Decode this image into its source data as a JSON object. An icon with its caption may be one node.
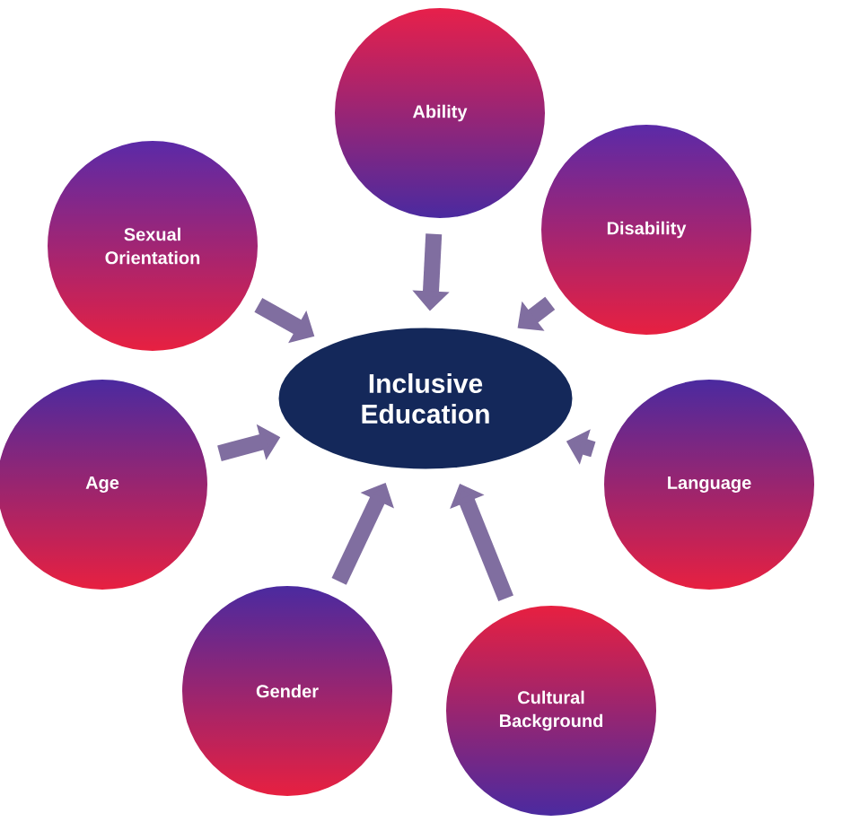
{
  "diagram": {
    "nodes": [
      {
        "text": [
          "Inclusive Education"
        ]
      },
      {
        "text": [
          "Ability"
        ]
      },
      {
        "text": [
          "Disability"
        ]
      },
      {
        "text": [
          "Language"
        ]
      },
      {
        "text": [
          "Cultural Background"
        ]
      },
      {
        "text": [
          "Gender"
        ]
      },
      {
        "text": [
          "Age"
        ]
      },
      {
        "text": [
          "Sexual Orientation"
        ]
      }
    ],
    "edges": [
      {
        "from": 1,
        "to": 0,
        "arrow": "to"
      },
      {
        "from": 2,
        "to": 0,
        "arrow": "to"
      },
      {
        "from": 3,
        "to": 0,
        "arrow": "to"
      },
      {
        "from": 4,
        "to": 0,
        "arrow": "to"
      },
      {
        "from": 5,
        "to": 0,
        "arrow": "to"
      },
      {
        "from": 6,
        "to": 0,
        "arrow": "to"
      },
      {
        "from": 7,
        "to": 0,
        "arrow": "to"
      }
    ]
  }
}
